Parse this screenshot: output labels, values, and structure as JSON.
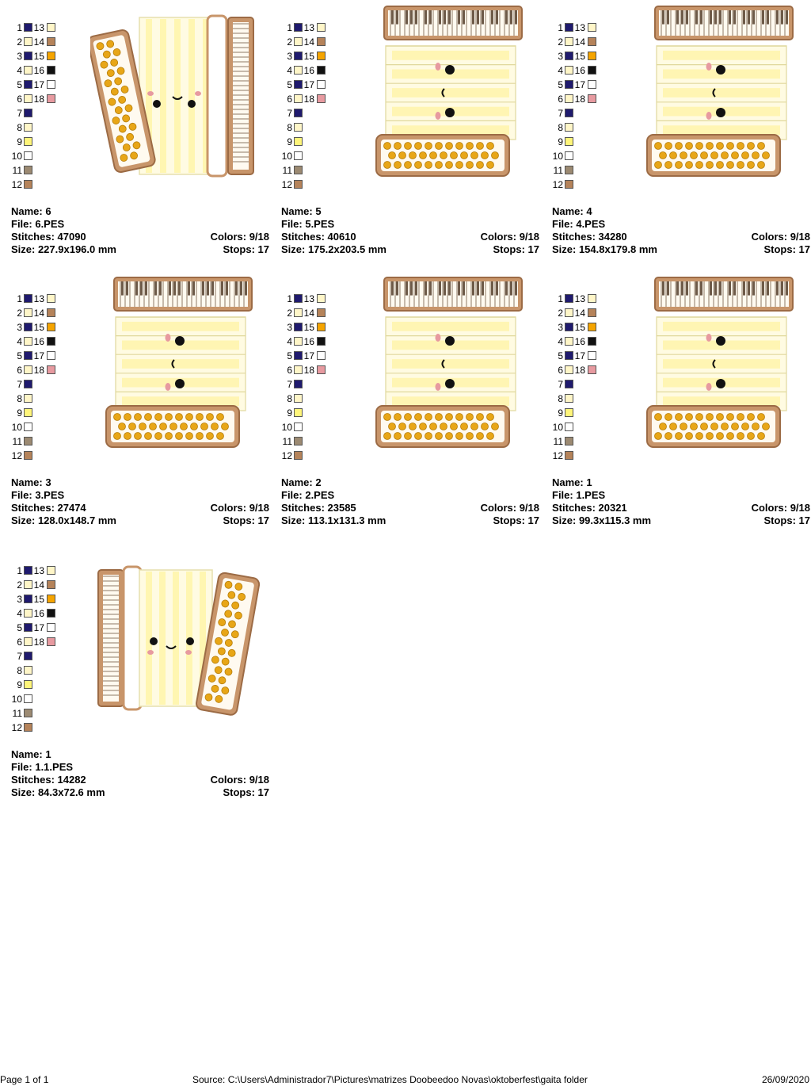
{
  "palette": [
    [
      "#1f1a6e",
      "#fff6c8"
    ],
    [
      "#fff6c8",
      "#b5835a"
    ],
    [
      "#1f1a6e",
      "#f5a400"
    ],
    [
      "#fff6c8",
      "#111111"
    ],
    [
      "#1f1a6e",
      "#ffffff"
    ],
    [
      "#fff6c8",
      "#e79aa0"
    ],
    [
      "#1f1a6e",
      null
    ],
    [
      "#fff6c8",
      null
    ],
    [
      "#fff57a",
      null
    ],
    [
      "#ffffff",
      null
    ],
    [
      "#9c8a72",
      null
    ],
    [
      "#b5835a",
      null
    ]
  ],
  "designs": [
    {
      "name_label": "Name: 6",
      "file_label": "File: 6.PES",
      "stitches_label": "Stitches: 47090",
      "colors_label": "Colors: 9/18",
      "size_label": "Size: 227.9x196.0 mm",
      "stops_label": "Stops: 17",
      "variant": "rot-left"
    },
    {
      "name_label": "Name: 5",
      "file_label": "File: 5.PES",
      "stitches_label": "Stitches: 40610",
      "colors_label": "Colors: 9/18",
      "size_label": "Size: 175.2x203.5 mm",
      "stops_label": "Stops: 17",
      "variant": "upright"
    },
    {
      "name_label": "Name: 4",
      "file_label": "File: 4.PES",
      "stitches_label": "Stitches: 34280",
      "colors_label": "Colors: 9/18",
      "size_label": "Size: 154.8x179.8 mm",
      "stops_label": "Stops: 17",
      "variant": "upright"
    },
    {
      "name_label": "Name: 3",
      "file_label": "File: 3.PES",
      "stitches_label": "Stitches: 27474",
      "colors_label": "Colors: 9/18",
      "size_label": "Size: 128.0x148.7 mm",
      "stops_label": "Stops: 17",
      "variant": "upright"
    },
    {
      "name_label": "Name: 2",
      "file_label": "File: 2.PES",
      "stitches_label": "Stitches: 23585",
      "colors_label": "Colors: 9/18",
      "size_label": "Size: 113.1x131.3 mm",
      "stops_label": "Stops: 17",
      "variant": "upright"
    },
    {
      "name_label": "Name: 1",
      "file_label": "File: 1.PES",
      "stitches_label": "Stitches: 20321",
      "colors_label": "Colors: 9/18",
      "size_label": "Size: 99.3x115.3 mm",
      "stops_label": "Stops: 17",
      "variant": "upright"
    },
    {
      "name_label": "Name: 1",
      "file_label": "File: 1.1.PES",
      "stitches_label": "Stitches: 14282",
      "colors_label": "Colors: 9/18",
      "size_label": "Size: 84.3x72.6 mm",
      "stops_label": "Stops: 17",
      "variant": "rot-right"
    }
  ],
  "footer": {
    "page": "Page 1 of 1",
    "source": "Source:  C:\\Users\\Administrador7\\Pictures\\matrizes Doobeedoo Novas\\oktoberfest\\gaita folder",
    "date": "26/09/2020"
  }
}
